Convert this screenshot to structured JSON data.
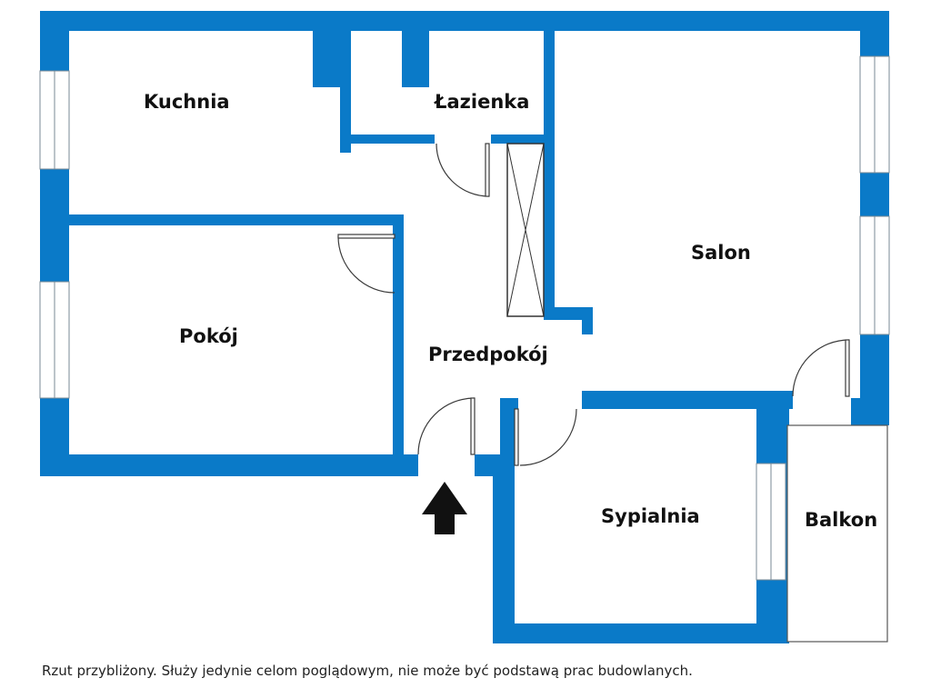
{
  "rooms": {
    "kuchnia": "Kuchnia",
    "lazienka": "Łazienka",
    "salon": "Salon",
    "pokoj": "Pokój",
    "przedpokoj": "Przedpokój",
    "sypialnia": "Sypialnia",
    "balkon": "Balkon"
  },
  "caption": "Rzut przybliżony. Służy jedynie celom poglądowym, nie może być podstawą prac budowlanych.",
  "colors": {
    "wall": "#0a7ac8",
    "background": "#ffffff",
    "arrow": "#111111",
    "text": "#111111"
  },
  "icons": {
    "entrance": "arrow-up-icon"
  }
}
